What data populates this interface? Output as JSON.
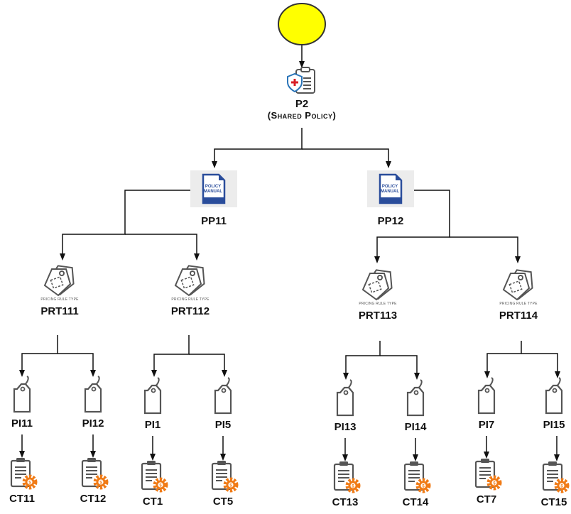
{
  "root": {
    "kind": "start-event",
    "fill": "#ffff00"
  },
  "policy": {
    "label": "P2",
    "sublabel": "(Shared Policy)"
  },
  "policy_plans": [
    {
      "label": "PP11",
      "manual_text": [
        "POLICY",
        "MANUAL"
      ],
      "rule_types": [
        {
          "label": "PRT111",
          "caption": "PRICING RULE TYPE",
          "items": [
            {
              "label": "PI11",
              "ct": "CT11"
            },
            {
              "label": "PI12",
              "ct": "CT12"
            }
          ]
        },
        {
          "label": "PRT112",
          "caption": "PRICING RULE TYPE",
          "items": [
            {
              "label": "PI1",
              "ct": "CT1"
            },
            {
              "label": "PI5",
              "ct": "CT5"
            }
          ]
        }
      ]
    },
    {
      "label": "PP12",
      "manual_text": [
        "POLICY",
        "MANUAL"
      ],
      "rule_types": [
        {
          "label": "PRT113",
          "caption": "PRICING RULE TYPE",
          "items": [
            {
              "label": "PI13",
              "ct": "CT13"
            },
            {
              "label": "PI14",
              "ct": "CT14"
            }
          ]
        },
        {
          "label": "PRT114",
          "caption": "PRICING RULE TYPE",
          "items": [
            {
              "label": "PI7",
              "ct": "CT7"
            },
            {
              "label": "PI15",
              "ct": "CT15"
            }
          ]
        }
      ]
    }
  ],
  "colors": {
    "line": "#111111",
    "gear": "#f07b16",
    "manual_blue": "#2a4d9b",
    "icon_gray": "#555555",
    "shield_red": "#d81f26",
    "shield_blue": "#2a74b8"
  }
}
